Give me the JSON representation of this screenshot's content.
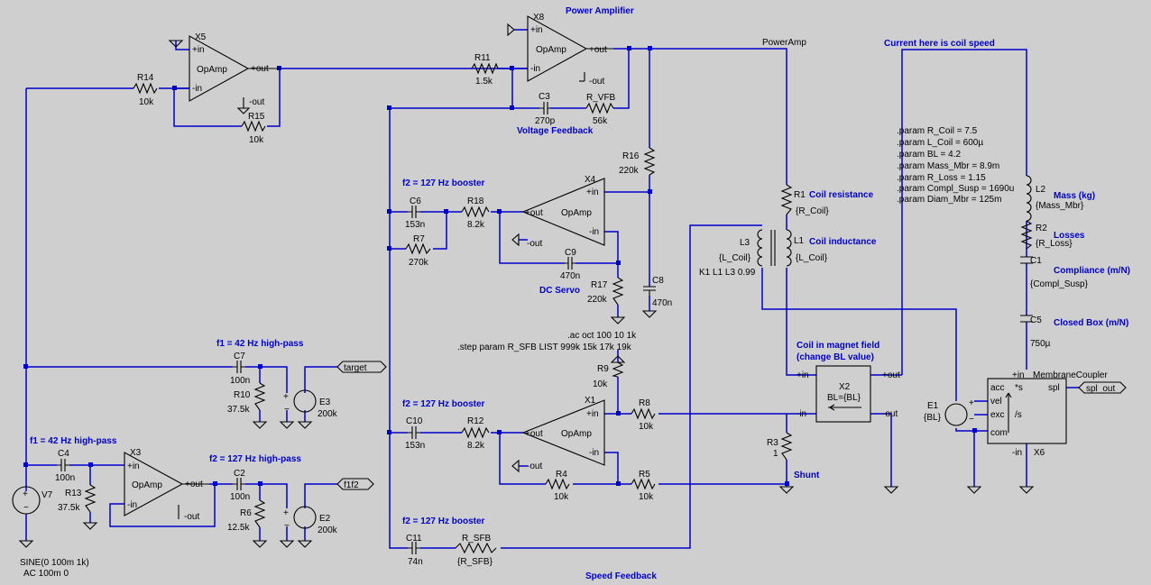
{
  "comments": {
    "power_amplifier": "Power Amplifier",
    "voltage_feedback": "Voltage Feedback",
    "booster_x4": "f2 = 127 Hz booster",
    "dc_servo": "DC Servo",
    "hp_e3": "f1 = 42 Hz high-pass",
    "hp_x3": "f1 = 42 Hz high-pass",
    "hp_x3_out": "f2 = 127 Hz high-pass",
    "booster_x1": "f2 = 127 Hz booster",
    "booster_sfb": "f2 = 127 Hz booster",
    "speed_feedback": "Speed Feedback",
    "coil_speed": "Current here is coil speed",
    "coil_resistance": "Coil resistance",
    "coil_inductance": "Coil inductance",
    "coil_field_1": "Coil in magnet field",
    "coil_field_2": "(change BL value)",
    "shunt": "Shunt",
    "mass": "Mass (kg)",
    "losses": "Losses",
    "compliance": "Compliance (m/N)",
    "closed_box": "Closed Box (m/N)"
  },
  "directives": {
    "ac": ".ac oct 100 10 1k",
    "step": ".step param R_SFB LIST 999k 15k 17k 19k"
  },
  "params": [
    ".param R_Coil = 7.5",
    ".param L_Coil = 600µ",
    ".param BL = 4.2",
    ".param Mass_Mbr = 8.9m",
    ".param R_Loss = 1.15",
    ".param Compl_Susp = 1690u",
    ".param Diam_Mbr = 125m"
  ],
  "net_labels": {
    "poweramp": "PowerAmp",
    "target": "target",
    "f1f2": "f1f2",
    "spl_out": "spl_out"
  },
  "components": {
    "X8": "X8",
    "X5": "X5",
    "X4": "X4",
    "X3": "X3",
    "X1": "X1",
    "X2": "X2",
    "X6": "X6",
    "opamp": "OpAmp",
    "R11": "R11",
    "R11_val": "1.5k",
    "R14": "R14",
    "R14_val": "10k",
    "R15": "R15",
    "R15_val": "10k",
    "C3": "C3",
    "C3_val": "270p",
    "R_VFB": "R_VFB",
    "R_VFB_val": "56k",
    "R16": "R16",
    "R16_val": "220k",
    "C6": "C6",
    "C6_val": "153n",
    "R18": "R18",
    "R18_val": "8.2k",
    "R7": "R7",
    "R7_val": "270k",
    "C9": "C9",
    "C9_val": "470n",
    "R17": "R17",
    "R17_val": "220k",
    "C8": "C8",
    "C8_val": "470n",
    "C7": "C7",
    "C7_val": "100n",
    "R10": "R10",
    "R10_val": "37.5k",
    "E3": "E3",
    "E3_val": "200k",
    "C4": "C4",
    "C4_val": "100n",
    "R13": "R13",
    "R13_val": "37.5k",
    "V7": "V7",
    "V7_val1": "SINE(0 100m 1k)",
    "V7_val2": "AC 100m 0",
    "C2": "C2",
    "C2_val": "100n",
    "R6": "R6",
    "R6_val": "12.5k",
    "E2": "E2",
    "E2_val": "200k",
    "R9": "R9",
    "R9_val": "10k",
    "C10": "C10",
    "C10_val": "153n",
    "R12": "R12",
    "R12_val": "8.2k",
    "R8": "R8",
    "R8_val": "10k",
    "R4": "R4",
    "R4_val": "10k",
    "R5": "R5",
    "R5_val": "10k",
    "C11": "C11",
    "C11_val": "74n",
    "R_SFB": "R_SFB",
    "R_SFB_val": "{R_SFB}",
    "R1": "R1",
    "R1_val": "{R_Coil}",
    "L1": "L1",
    "L1_val": "{L_Coil}",
    "L3": "L3",
    "L3_val": "{L_Coil}",
    "K1": "K1 L1 L3 0.99",
    "X2_val": "BL={BL}",
    "R3": "R3",
    "R3_val": "1",
    "E1": "E1",
    "E1_val": "{BL}",
    "L2": "L2",
    "L2_val": "{Mass_Mbr}",
    "R2": "R2",
    "R2_val": "{R_Loss}",
    "C1": "C1",
    "C1_val": "{Compl_Susp}",
    "C5": "C5",
    "C5_val": "750µ",
    "X6_name": "MembraneCoupler"
  },
  "pins": {
    "plus_in": "+in",
    "minus_in": "-in",
    "plus_out": "+out",
    "minus_out": "-out",
    "acc": "acc",
    "vel": "vel",
    "exc": "exc",
    "com": "com",
    "spl": "spl",
    "star_s": "*s",
    "slash_s": "/s"
  }
}
